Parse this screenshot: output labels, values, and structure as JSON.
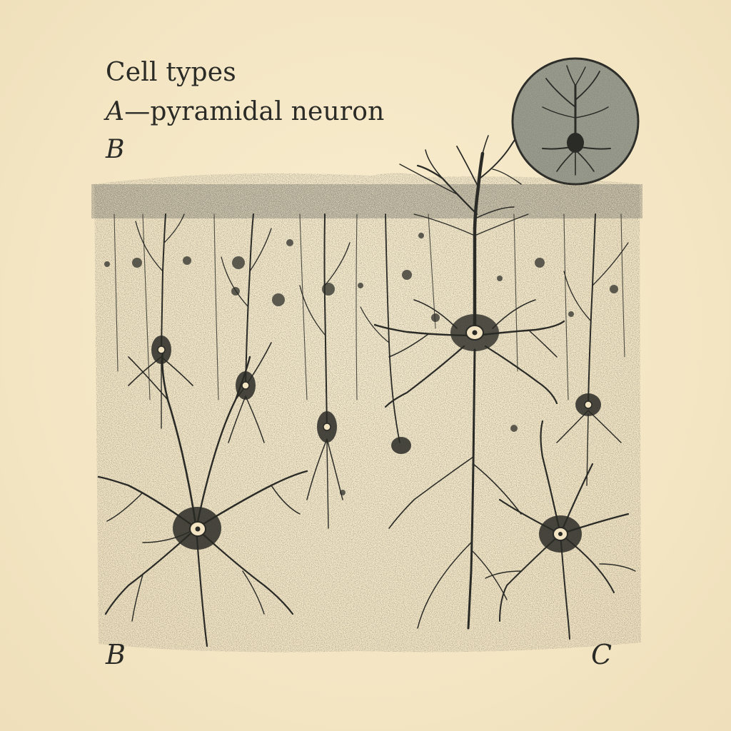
{
  "caption": {
    "title": "Cell types",
    "line_a_letter": "A",
    "line_a_text": "—pyramidal neuron",
    "line_b_letter": "B"
  },
  "labels": {
    "bottom_left": "B",
    "bottom_right": "C"
  },
  "colors": {
    "paper": "#f5e8c8",
    "ink": "#2a2a26",
    "inset_fill": "#9a9d8e"
  },
  "icons": {
    "inset": "neuron-inset-icon"
  }
}
